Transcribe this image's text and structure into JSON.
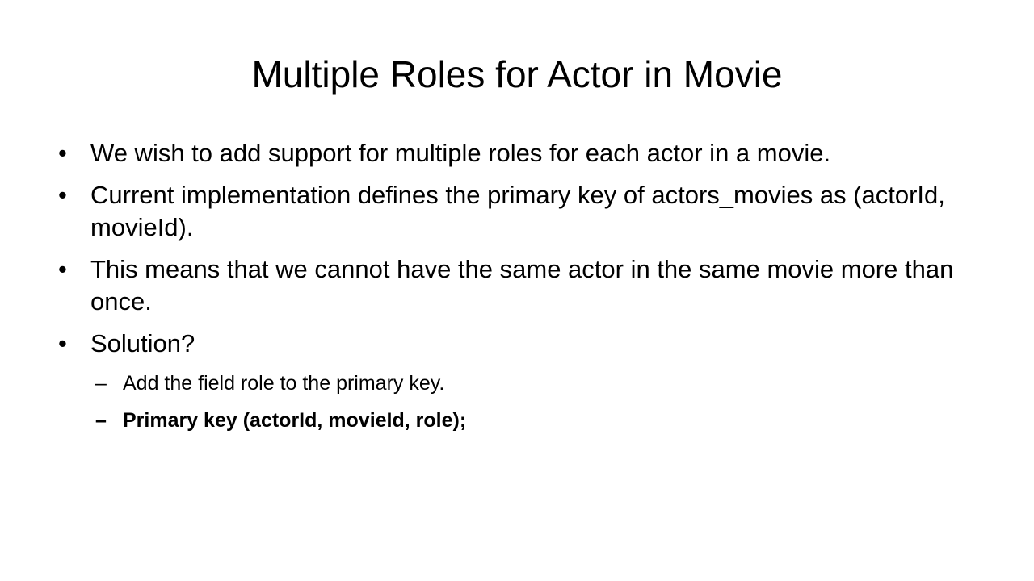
{
  "slide": {
    "title": "Multiple Roles for Actor in Movie",
    "bullet_symbol": "•",
    "dash_symbol": "–",
    "bullets": [
      "We wish to add support for multiple roles for each actor in a movie.",
      "Current implementation defines the primary key of actors_movies as (actorId, movieId).",
      "This means that we cannot have the same actor in the same movie more than once.",
      "Solution?"
    ],
    "sub_bullets": [
      "Add the field role to the primary key.",
      "Primary key (actorId, movieId, role);"
    ]
  }
}
